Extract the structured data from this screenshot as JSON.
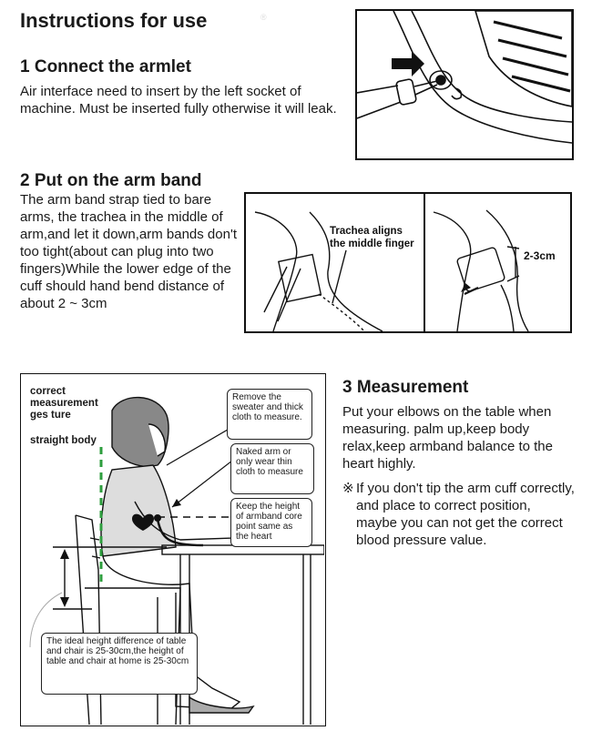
{
  "page_title": "Instructions for use",
  "step1": {
    "heading": "1 Connect the armlet",
    "body": "Air interface need to insert by the left socket of machine. Must be inserted fully otherwise it will leak."
  },
  "step2": {
    "heading": "2 Put on the arm band",
    "body": "The arm band strap tied to bare arms, the trachea in the middle of arm,and let it down,arm bands don't too tight(about can plug into two fingers)While the lower edge of the cuff should hand bend distance of about 2 ~ 3cm",
    "figure_label_trachea_line1": "Trachea aligns",
    "figure_label_trachea_line2": "the middle finger",
    "figure_label_distance": "2-3cm"
  },
  "step3": {
    "heading": "3 Measurement",
    "body": "Put your elbows on the table when measuring. palm up,keep body relax,keep armband balance to the heart highly.",
    "note_symbol": "※",
    "note": "If you don't tip the arm cuff correctly, and place to correct position, maybe you can not get the correct blood pressure value."
  },
  "posture_figure": {
    "label_posture": "correct measurement ges ture",
    "label_straight": "straight body",
    "callout_sweater": "Remove the sweater and thick cloth to measure.",
    "callout_naked": "Naked arm or only wear thin cloth to measure",
    "callout_height": "Keep the height of armband core point same as the heart",
    "callout_table": "The ideal height difference of table and chair is 25-30cm,the height of table and chair at home is 25-30cm"
  },
  "watermark": "®"
}
